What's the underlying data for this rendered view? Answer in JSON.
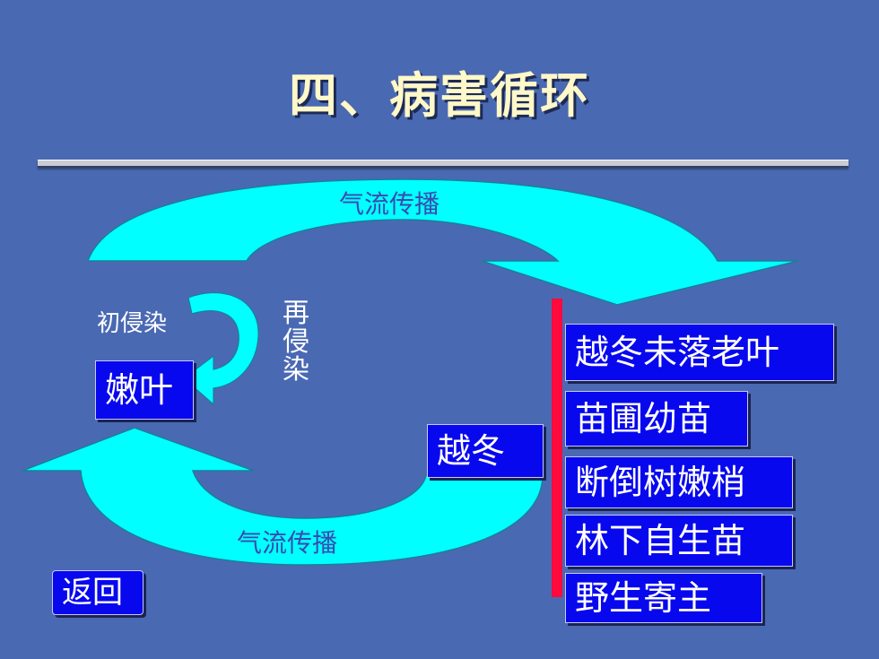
{
  "title": "四、病害循环",
  "labels": {
    "airflow_top": "气流传播",
    "airflow_bottom": "气流传播",
    "primary_infection": "初侵染",
    "reinfection": "再侵染"
  },
  "boxes": {
    "tender_leaf": "嫩叶",
    "overwinter": "越冬",
    "back": "返回"
  },
  "sources": [
    "越冬未落老叶",
    "苗圃幼苗",
    "断倒树嫩梢",
    "林下自生苗",
    "野生寄主"
  ],
  "colors": {
    "background": "#4a69b3",
    "arrow": "#00ffff",
    "box": "#0808ee",
    "bar": "#ff0a3c",
    "title": "#fff8c8"
  }
}
